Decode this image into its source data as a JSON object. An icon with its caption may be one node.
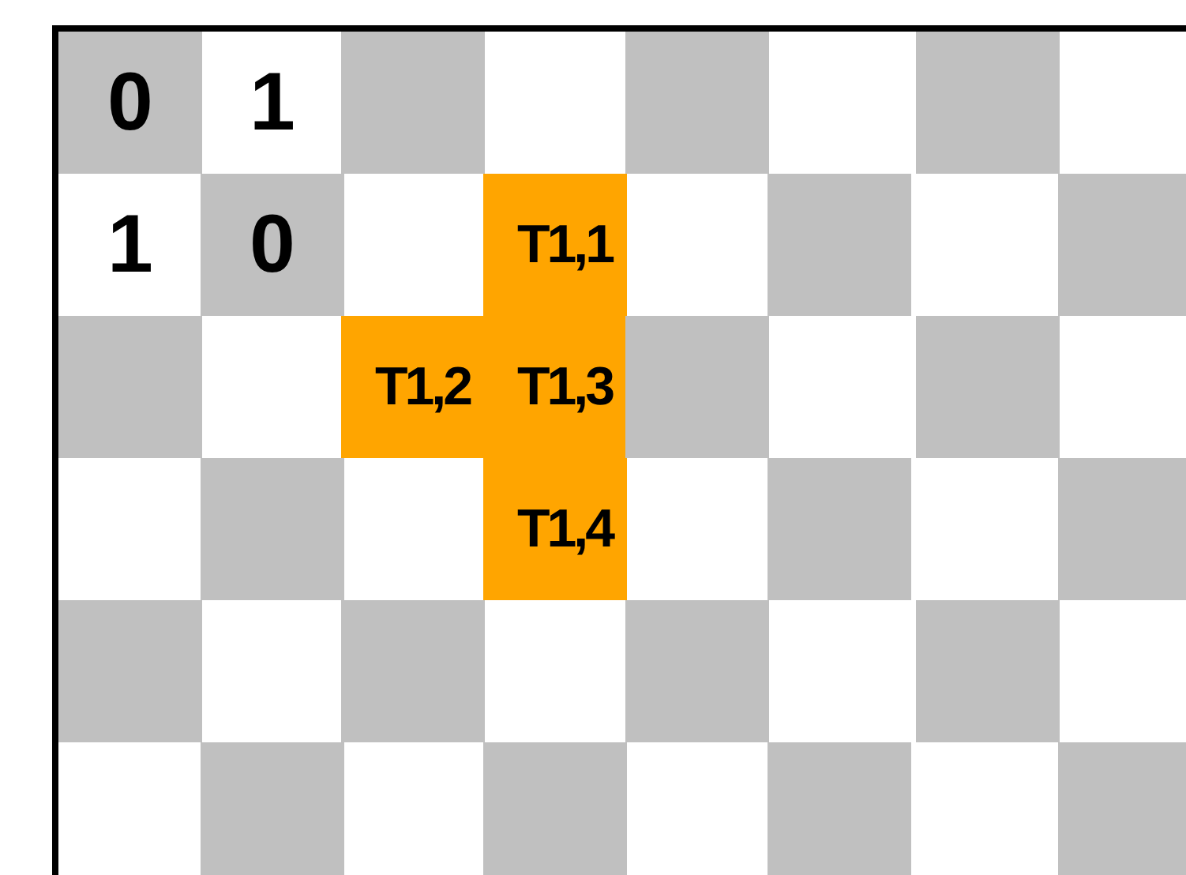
{
  "diagram": {
    "labels": [
      "0",
      "1",
      "1",
      "0",
      "T1,1",
      "T1,2",
      "T1,3",
      "T1,4"
    ]
  }
}
